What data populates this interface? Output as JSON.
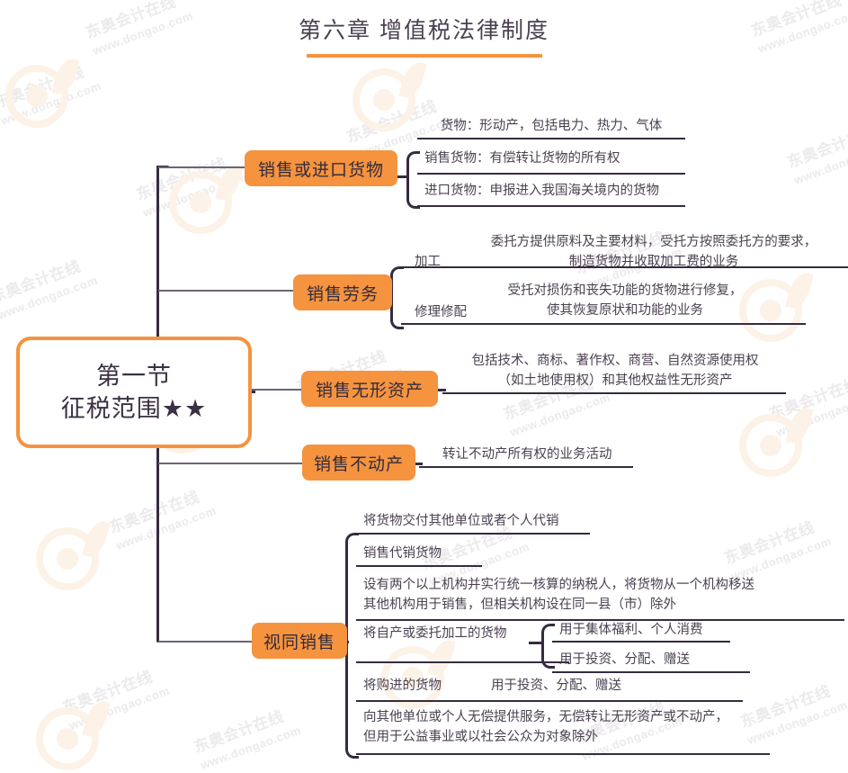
{
  "header": {
    "title": "第六章 增值税法律制度",
    "accent": "#f5933f"
  },
  "watermark": {
    "cn": "东奥会计在线",
    "url": "www.dongao.com"
  },
  "root": {
    "line1": "第一节",
    "line2": "征税范围★★"
  },
  "branches": [
    {
      "label": "销售或进口货物",
      "leaves": [
        "货物：形动产，包括电力、热力、气体",
        "销售货物：有偿转让货物的所有权",
        "进口货物：申报进入我国海关境内的货物"
      ]
    },
    {
      "label": "销售劳务",
      "subs": [
        {
          "name": "加工",
          "text": "委托方提供原料及主要材料，受托方按照委托方的要求，\n制造货物并收取加工费的业务"
        },
        {
          "name": "修理修配",
          "text": "受托对损伤和丧失功能的货物进行修复，\n使其恢复原状和功能的业务"
        }
      ]
    },
    {
      "label": "销售无形资产",
      "leaves": [
        "包括技术、商标、著作权、商营、自然资源使用权\n（如土地使用权）和其他权益性无形资产"
      ]
    },
    {
      "label": "销售不动产",
      "leaves": [
        "转让不动产所有权的业务活动"
      ]
    },
    {
      "label": "视同销售",
      "leaves": [
        "将货物交付其他单位或者个人代销",
        "销售代销货物",
        "设有两个以上机构并实行统一核算的纳税人，将货物从一个机构移送\n其他机构用于销售，但相关机构设在同一县（市）除外",
        "将自产或委托加工的货物",
        "将购进的货物",
        "向其他单位或个人无偿提供服务，无偿转让无形资产或不动产，\n但用于公益事业或以社会公众为对象除外"
      ],
      "nested": {
        "parent": "将自产或委托加工的货物",
        "items": [
          "用于集体福利、个人消费",
          "用于投资、分配、赠送"
        ]
      },
      "inline": {
        "parent": "将购进的货物",
        "text": "用于投资、分配、赠送"
      }
    }
  ]
}
